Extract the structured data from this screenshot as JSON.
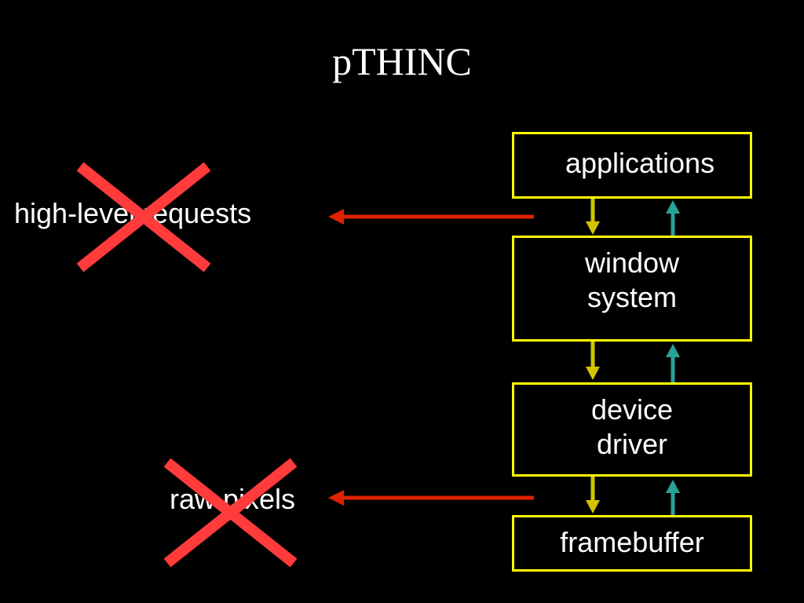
{
  "slide": {
    "title": "pTHINC",
    "left_labels": {
      "high_level": "high-level requests",
      "raw": "raw pixels"
    },
    "stack": [
      {
        "id": "applications",
        "label": "applications"
      },
      {
        "id": "window-system",
        "label": "window\nsystem"
      },
      {
        "id": "device-driver",
        "label": "device\ndriver"
      },
      {
        "id": "framebuffer",
        "label": "framebuffer"
      }
    ]
  },
  "colors": {
    "background": "#000000",
    "text": "#ffffff",
    "box_border": "#ffff00",
    "down_arrow": "#d4c400",
    "up_arrow": "#2aa198",
    "left_arrow": "#dd2200",
    "cross": "#ff3b3b"
  }
}
